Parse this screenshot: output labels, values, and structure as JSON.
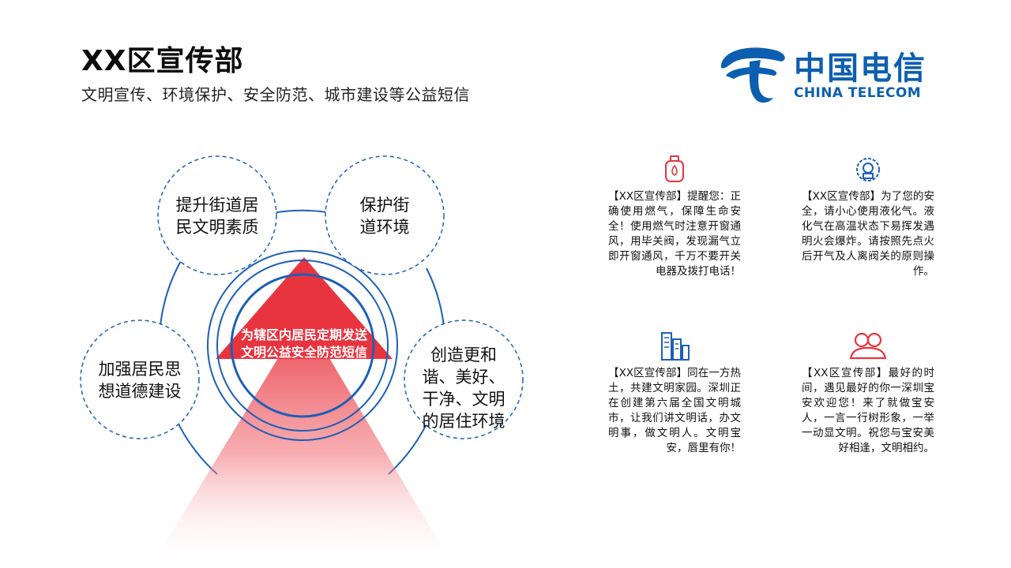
{
  "header": {
    "title": "XX区宣传部",
    "subtitle": "文明宣传、环境保护、安全防范、城市建设等公益短信"
  },
  "logo": {
    "cn": "中国电信",
    "en": "CHINA TELECOM",
    "color": "#0c5fb0"
  },
  "diagram": {
    "center": "为辖区内居民定期发送文明公益安全防范短信",
    "bubbles": [
      "提升街道居民文明素质",
      "保护街道环境",
      "加强居民思想道德建设",
      "创造更和谐、美好、干净、文明的居住环境"
    ],
    "arrow_color": "#e8343f",
    "ring_color": "#1d5fb8"
  },
  "messages": [
    {
      "icon": "gas-tank-icon",
      "text": "【XX区宣传部】提醒您：正确使用燃气，保障生命安全！使用燃气时注意开窗通风，用毕关阀，发现漏气立即开窗通风，千万不要开关电器及拨打电话！"
    },
    {
      "icon": "safety-gear-icon",
      "text": "【XX区宣传部】为了您的安全，请小心使用液化气。液化气在高温状态下易挥发遇明火会爆炸。请按照先点火后开气及人离阀关的原则操作。"
    },
    {
      "icon": "buildings-icon",
      "text": "【XX区宣传部】同在一方热土，共建文明家园。深圳正在创建第六届全国文明城市，让我们讲文明话，办文明事，做文明人。文明宝安，唇里有你！"
    },
    {
      "icon": "people-icon",
      "text": "【XX区宣传部】最好的时间，遇见最好的你一深圳宝安欢迎您！来了就做宝安人，一言一行树形象，一举一动显文明。祝您与宝安美好相逢，文明相约。"
    }
  ]
}
